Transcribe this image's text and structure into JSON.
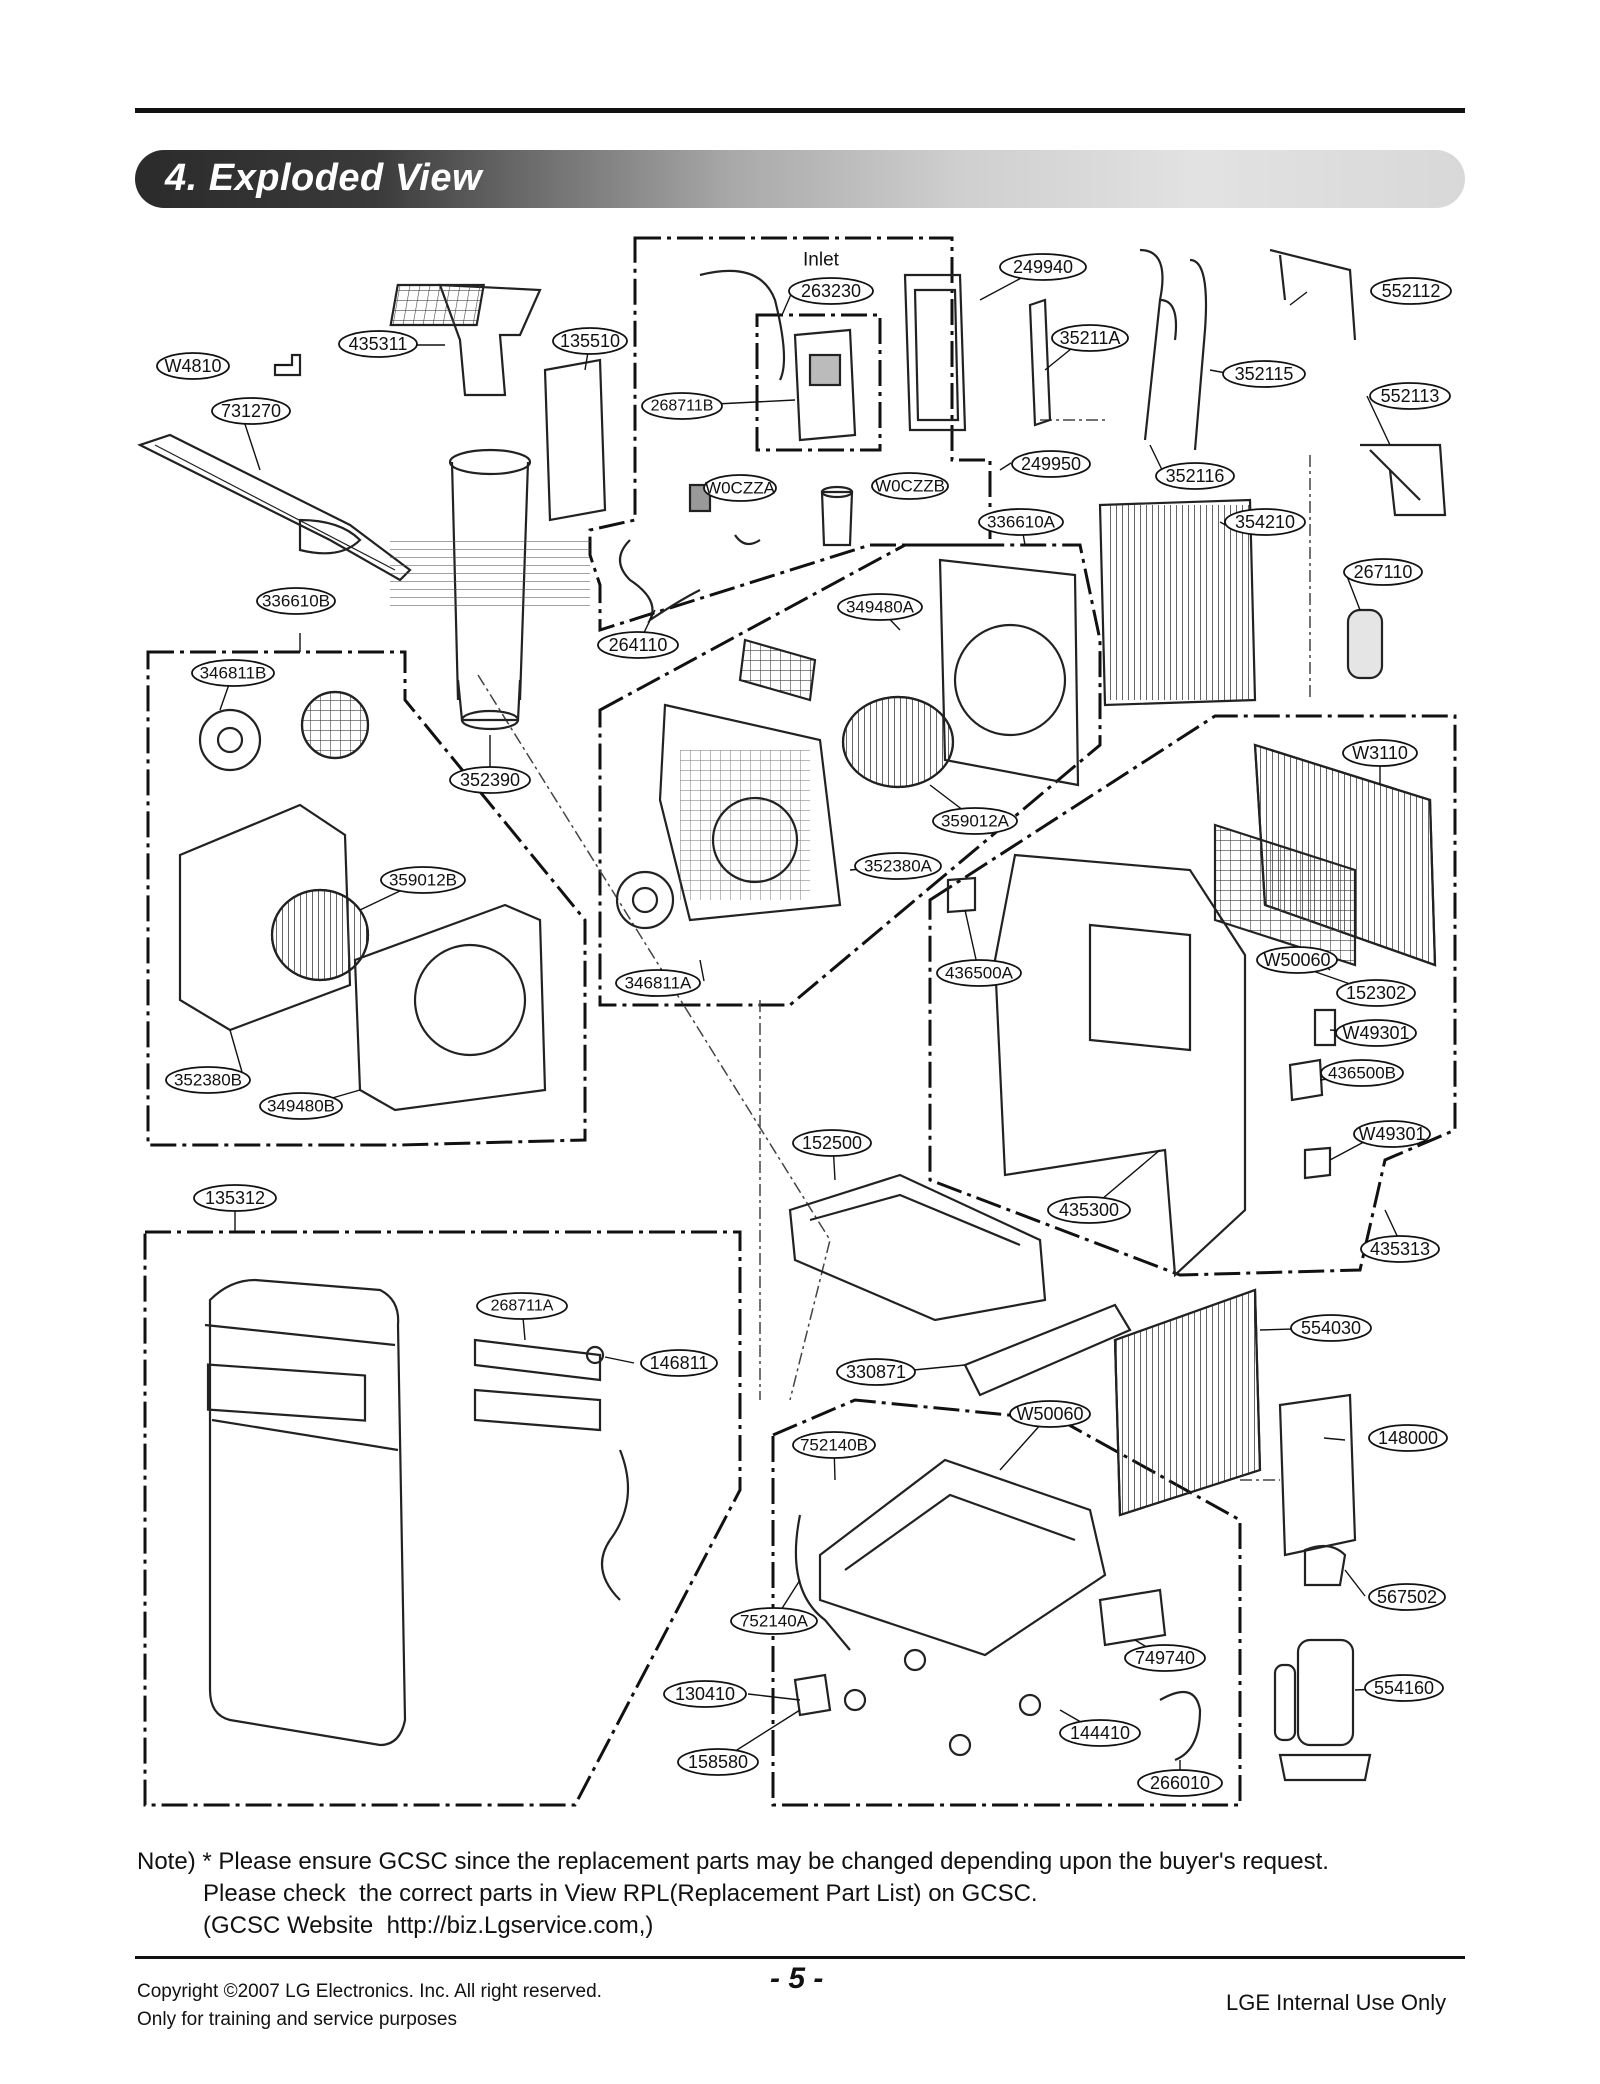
{
  "section_title": "4. Exploded View",
  "inlet_label": "Inlet",
  "parts": [
    "263230",
    "249940",
    "552112",
    "435311",
    "135510",
    "35211A",
    "W4810",
    "352115",
    "552113",
    "731270",
    "268711B",
    "249950",
    "352116",
    "W0CZZA",
    "W0CZZB",
    "336610A",
    "354210",
    "267110",
    "264110",
    "349480A",
    "336610B",
    "346811B",
    "352390",
    "W3110",
    "359012A",
    "359012B",
    "352380A",
    "436500A",
    "W50060",
    "152302",
    "346811A",
    "W49301",
    "436500B",
    "352380B",
    "349480B",
    "W49301",
    "152500",
    "435300",
    "435313",
    "135312",
    "268711A",
    "554030",
    "146811",
    "330871",
    "W50060",
    "148000",
    "752140B",
    "567502",
    "752140A",
    "749740",
    "130410",
    "554160",
    "144410",
    "158580",
    "266010"
  ],
  "note": {
    "line1": "Note) * Please ensure GCSC since the replacement parts may be changed depending upon the buyer's request.",
    "line2": "Please check  the correct parts in View RPL(Replacement Part List) on GCSC.",
    "line3": "(GCSC Website  http://biz.Lgservice.com,)"
  },
  "footer": {
    "copyright": "Copyright ©2007 LG Electronics. Inc. All right reserved.",
    "training": "Only for training and service purposes",
    "page_number": "- 5 -",
    "internal": "LGE Internal Use Only"
  }
}
